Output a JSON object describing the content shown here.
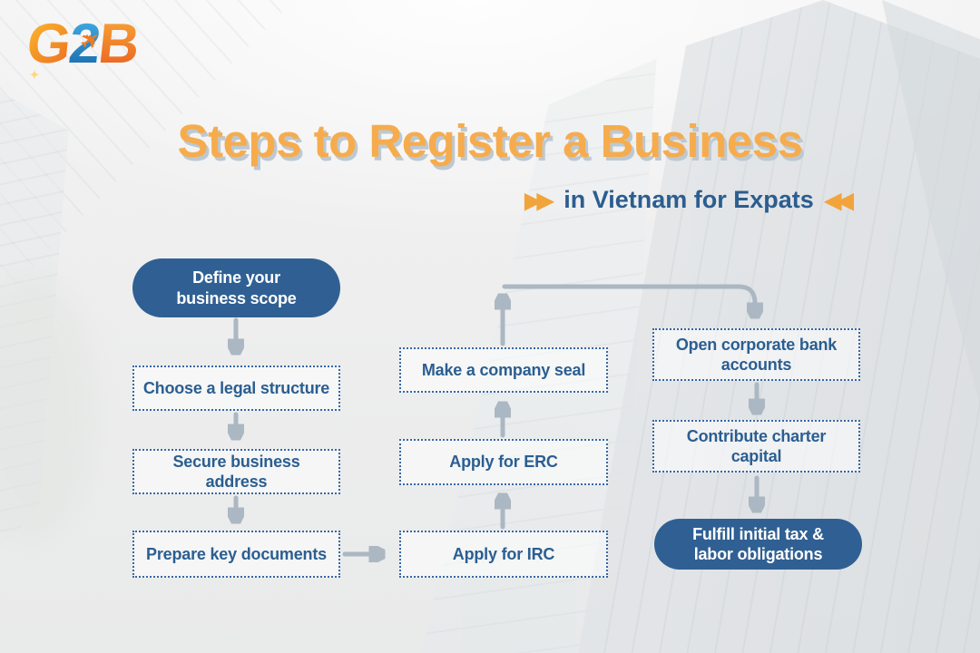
{
  "logo": {
    "letter_g": "G",
    "letter_2": "2",
    "letter_b": "B",
    "airplane_glyph": "✈",
    "sparkle_glyph": "✦"
  },
  "header": {
    "title": "Steps to Register a Business",
    "subtitle": "in Vietnam for Expats",
    "left_arrows_glyph": "▶▶",
    "right_arrows_glyph": "◀◀"
  },
  "colors": {
    "accent_orange": "#F6AC4D",
    "title_shadow": "#BCC9D4",
    "primary_blue": "#306093",
    "box_text_blue": "#2B5E91",
    "dotted_border_blue": "#3767A4",
    "arrow_gray": "#ABB7C2",
    "background_gray": "#EEEEEE"
  },
  "flow": {
    "column1": [
      {
        "label": "Define your business scope",
        "variant": "solid"
      },
      {
        "label": "Choose a legal structure",
        "variant": "dotted"
      },
      {
        "label": "Secure business address",
        "variant": "dotted"
      },
      {
        "label": "Prepare key documents",
        "variant": "dotted"
      }
    ],
    "column2": [
      {
        "label": "Make a company seal",
        "variant": "dotted"
      },
      {
        "label": "Apply for ERC",
        "variant": "dotted"
      },
      {
        "label": "Apply for IRC",
        "variant": "dotted"
      }
    ],
    "column3": [
      {
        "label": "Open corporate bank accounts",
        "variant": "dotted"
      },
      {
        "label": "Contribute charter capital",
        "variant": "dotted"
      },
      {
        "label": "Fulfill initial tax & labor obligations",
        "variant": "solid"
      }
    ],
    "sequence_note": "column1 top→bottom, then IRC→ERC→seal upward, then bank→capital→tax downward"
  }
}
